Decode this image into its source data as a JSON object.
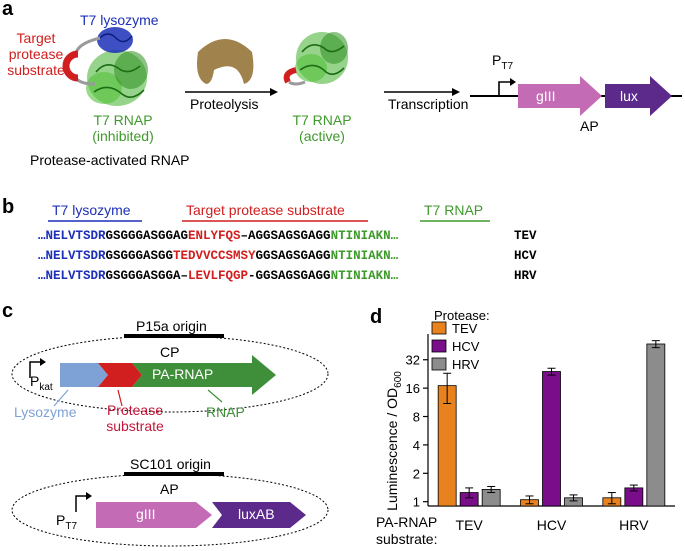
{
  "panels": {
    "a": "a",
    "b": "b",
    "c": "c",
    "d": "d"
  },
  "colors": {
    "blue": "#1c2fb8",
    "red": "#d11e1e",
    "green": "#3f9a2c",
    "orange": "#e8821e",
    "purple": "#7a0d8a",
    "grey": "#8c8c8c",
    "gIII": "#c46bb6",
    "lux": "#5b2a8a"
  },
  "a": {
    "t7_lysozyme": "T7 lysozyme",
    "target_line1": "Target",
    "target_line2": "protease",
    "target_line3": "substrate",
    "rnap_inhibited_line1": "T7 RNAP",
    "rnap_inhibited_line2": "(inhibited)",
    "pa_rnap": "Protease-activated RNAP",
    "proteolysis": "Proteolysis",
    "rnap_active_line1": "T7 RNAP",
    "rnap_active_line2": "(active)",
    "transcription": "Transcription",
    "promoter_P": "P",
    "promoter_sub": "T7",
    "gene1": "gIII",
    "gene2": "lux",
    "ap": "AP"
  },
  "b": {
    "header_lysozyme": "T7 lysozyme",
    "header_target": "Target protease substrate",
    "header_rnap": "T7 RNAP",
    "rows": [
      {
        "lys": "…NELVTSDR",
        "l1": "GSGGGASGGAG",
        "sub": "ENLYFQS",
        "l2": "–AGGSAGSGAGG",
        "rnap": "NTINIAKN…",
        "name": "TEV"
      },
      {
        "lys": "…NELVTSDR",
        "l1": "GSGGGASGG",
        "sub": "TEDVVCCSMSY",
        "l2": "GGSAGSGAGG",
        "rnap": "NTINIAKN…",
        "name": "HCV"
      },
      {
        "lys": "…NELVTSDR",
        "l1": "GSGGGASGGA–",
        "sub": "LEVLFQGP",
        "l2": "-GGSAGSGAGG",
        "rnap": "NTINIAKN…",
        "name": "HRV"
      }
    ]
  },
  "c": {
    "p15a": "P15a origin",
    "cp": "CP",
    "pkat_P": "P",
    "pkat_sub": "kat",
    "pa_rnap": "PA-RNAP",
    "lysozyme": "Lysozyme",
    "protease_line1": "Protease",
    "protease_line2": "substrate",
    "rnap": "RNAP",
    "sc101": "SC101 origin",
    "ap": "AP",
    "pt7_P": "P",
    "pt7_sub": "T7",
    "gIII": "gIII",
    "luxAB": "luxAB"
  },
  "d": {
    "legend_title": "Protease:",
    "ylabel_main": "Luminescence / OD",
    "ylabel_sub": "600",
    "xlabel_line1": "PA-RNAP",
    "xlabel_line2": "substrate:"
  },
  "chart_data": {
    "type": "bar",
    "yscale": "log2",
    "ylim": [
      0.9,
      60
    ],
    "yticks": [
      1,
      2,
      4,
      8,
      16,
      32
    ],
    "categories": [
      "TEV",
      "HCV",
      "HRV"
    ],
    "series": [
      {
        "name": "TEV",
        "color": "#e8821e",
        "values": [
          17,
          1.05,
          1.1
        ],
        "errors": [
          6,
          0.1,
          0.15
        ]
      },
      {
        "name": "HCV",
        "color": "#7a0d8a",
        "values": [
          1.25,
          24,
          1.4
        ],
        "errors": [
          0.15,
          2,
          0.1
        ]
      },
      {
        "name": "HRV",
        "color": "#8c8c8c",
        "values": [
          1.35,
          1.1,
          47
        ],
        "errors": [
          0.1,
          0.08,
          4
        ]
      }
    ]
  }
}
